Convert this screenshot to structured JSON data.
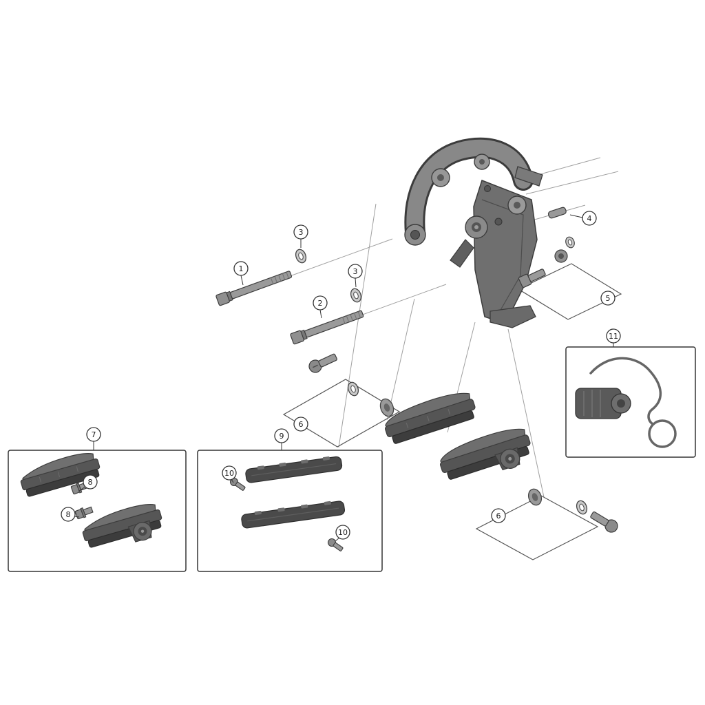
{
  "diagram": {
    "type": "exploded-parts-diagram",
    "colors": {
      "background": "#ffffff",
      "outline": "#3c3c3c",
      "metal_light": "#9a9a9a",
      "metal_mid": "#7a7a7a",
      "metal_dark": "#4a4a4a",
      "pad_dark": "#3c3c3c",
      "guide_line": "#a0a0a0",
      "callout_text": "#1a1a1a"
    },
    "callouts": {
      "c1": "1",
      "c2": "2",
      "c3a": "3",
      "c3b": "3",
      "c4": "4",
      "c5": "5",
      "c6a": "6",
      "c6b": "6",
      "c7": "7",
      "c8a": "8",
      "c8b": "8",
      "c9": "9",
      "c10a": "10",
      "c10b": "10",
      "c11": "11"
    }
  }
}
